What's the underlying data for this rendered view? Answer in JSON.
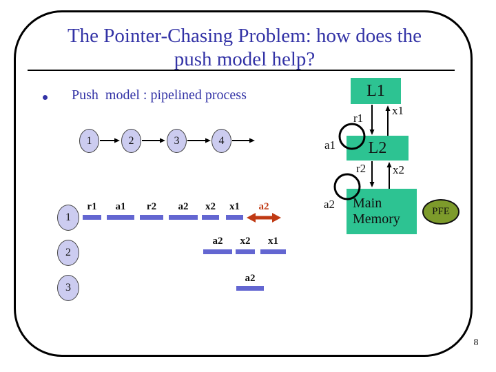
{
  "slide": {
    "title_line1": "The Pointer-Chasing Problem: how does the",
    "title_line2": "push model help?",
    "page_number": "8"
  },
  "bullet": {
    "text": "Push  model : pipelined process"
  },
  "process_chain": {
    "nodes": [
      "1",
      "2",
      "3",
      "4"
    ]
  },
  "hierarchy": {
    "l1": "L1",
    "l2": "L2",
    "main_memory": "Main Memory",
    "pfe": "PFE",
    "labels": {
      "r1": "r1",
      "x1": "x1",
      "a1": "a1",
      "r2": "r2",
      "x2": "x2",
      "a2": "a2"
    }
  },
  "timeline": {
    "rows": [
      {
        "id": "1",
        "segments": [
          "r1",
          "a1",
          "r2",
          "a2",
          "x2",
          "x1"
        ],
        "overlap_arrow_label": "a2"
      },
      {
        "id": "2",
        "segments": [
          "a2",
          "x2",
          "x1"
        ]
      },
      {
        "id": "3",
        "segments": [
          "a2"
        ]
      }
    ]
  },
  "colors": {
    "title_blue": "#3333a6",
    "box_green": "#2dc392",
    "pfe_olive": "#7d9b2b",
    "node_lavender": "#ccccf0",
    "bar_blue": "#6366d1",
    "arrow_red": "#c03a14"
  }
}
